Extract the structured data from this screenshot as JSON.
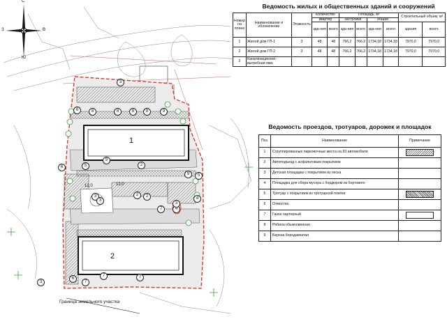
{
  "compass": {
    "north": "С",
    "south": "Ю",
    "west": "З",
    "east": "В"
  },
  "table1": {
    "title": "Ведомость жилых и общественных зданий и сооружений",
    "headers": {
      "num": "Номер на плане",
      "name": "Наименование и обозначение",
      "floors": "Этажность",
      "count": "Количество",
      "apartments": "квартир",
      "buildings": "зда-ния",
      "total": "всего",
      "area": "Площадь, м²",
      "built": "застройки",
      "common": "общая",
      "building": "зда-ния",
      "total2": "всего",
      "volume": "Строительный объем, м³",
      "vol_building": "здания",
      "vol_total": "всего"
    },
    "rows": [
      {
        "num": "1",
        "name": "Жилой дом ГП-1",
        "floors": "3",
        "c1": "48",
        "c2": "48",
        "a1": "766,2",
        "a2": "766,2",
        "a3": "1734,18",
        "a4": "1734,18",
        "v1": "7970,0",
        "v2": "7970,0"
      },
      {
        "num": "2",
        "name": "Жилой дом ГП-2",
        "floors": "3",
        "c1": "48",
        "c2": "48",
        "a1": "766,2",
        "a2": "766,2",
        "a3": "1734,18",
        "a4": "1734,18",
        "v1": "7970,0",
        "v2": "7970,0"
      },
      {
        "num": "3",
        "name": "Канализационно-выгребная яма",
        "floors": "",
        "c1": "",
        "c2": "",
        "a1": "",
        "a2": "",
        "a3": "",
        "a4": "",
        "v1": "",
        "v2": ""
      }
    ]
  },
  "table2": {
    "title": "Ведомость проездов, тротуаров, дорожек и площадок",
    "headers": {
      "num": "Поз.",
      "name": "Наименование",
      "note": "Примечание"
    },
    "rows": [
      {
        "num": "1",
        "name": "Сгруппированные парковочные места на 83 автомобиля",
        "swatch": "hatch"
      },
      {
        "num": "2",
        "name": "Автоподъезд с асфальтовым покрытием",
        "swatch": ""
      },
      {
        "num": "3",
        "name": "Детская площадка с покрытием из песка",
        "swatch": ""
      },
      {
        "num": "4",
        "name": "Площадка для сбора мусора с бордюром из бортового",
        "swatch": ""
      },
      {
        "num": "5",
        "name": "Тротуар с покрытием из тротуарной плитки",
        "swatch": "hatch2"
      },
      {
        "num": "6",
        "name": "Отмостка",
        "swatch": ""
      },
      {
        "num": "7",
        "name": "Газон партерный",
        "swatch": "plain"
      },
      {
        "num": "8",
        "name": "Рябина обыкновенная",
        "swatch": ""
      },
      {
        "num": "9",
        "name": "Береза бородавчатая",
        "swatch": ""
      }
    ]
  },
  "plan": {
    "boundary_label": "Граница земельного участка",
    "building_1": "1",
    "building_2": "2",
    "dim_1": "12,0",
    "dim_2": "12,0",
    "markers": [
      "3",
      "3",
      "3",
      "6",
      "8",
      "8",
      "8",
      "8",
      "9",
      "9",
      "5",
      "2",
      "2",
      "2",
      "4",
      "4",
      "5",
      "6",
      "3",
      "3",
      "9",
      "7",
      "7",
      "7",
      "7",
      "6"
    ]
  },
  "colors": {
    "boundary": "#e0372c",
    "line": "#333333",
    "green": "#3aa03a"
  }
}
